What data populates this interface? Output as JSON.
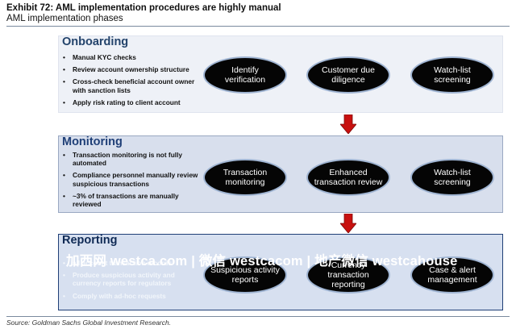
{
  "exhibit": {
    "title": "Exhibit 72: AML implementation procedures are highly manual",
    "subtitle": "AML implementation phases"
  },
  "phases": [
    {
      "title": "Onboarding",
      "bullets": [
        "Manual KYC checks",
        "Review account ownership structure",
        "Cross-check beneficial account owner with sanction lists",
        "Apply risk rating to client account"
      ],
      "steps": [
        "Identify verification",
        "Customer due diligence",
        "Watch-list screening"
      ]
    },
    {
      "title": "Monitoring",
      "bullets": [
        "Transaction monitoring is not fully automated",
        "Compliance personnel manually review suspicious transactions",
        "~3% of transactions are manually reviewed"
      ],
      "steps": [
        "Transaction monitoring",
        "Enhanced transaction review",
        "Watch-list screening"
      ]
    },
    {
      "title": "Reporting",
      "bullets": [
        "all account transaction records",
        "Produce suspicious activity and currency reports for regulators",
        "Comply with ad-hoc requests"
      ],
      "steps": [
        "Suspicious activity reports",
        "Currency transaction reporting",
        "Case & alert management"
      ]
    }
  ],
  "watermark": "加西网 westca.com | 微信 westcacom | 地产微信 westcahouse",
  "source": "Source: Goldman Sachs Global Investment Research.",
  "colors": {
    "arrow": "#c8100f",
    "ellipse": "#050505",
    "header": "#23436b"
  },
  "icons": [
    "down-arrow-icon",
    "down-arrow-icon"
  ]
}
